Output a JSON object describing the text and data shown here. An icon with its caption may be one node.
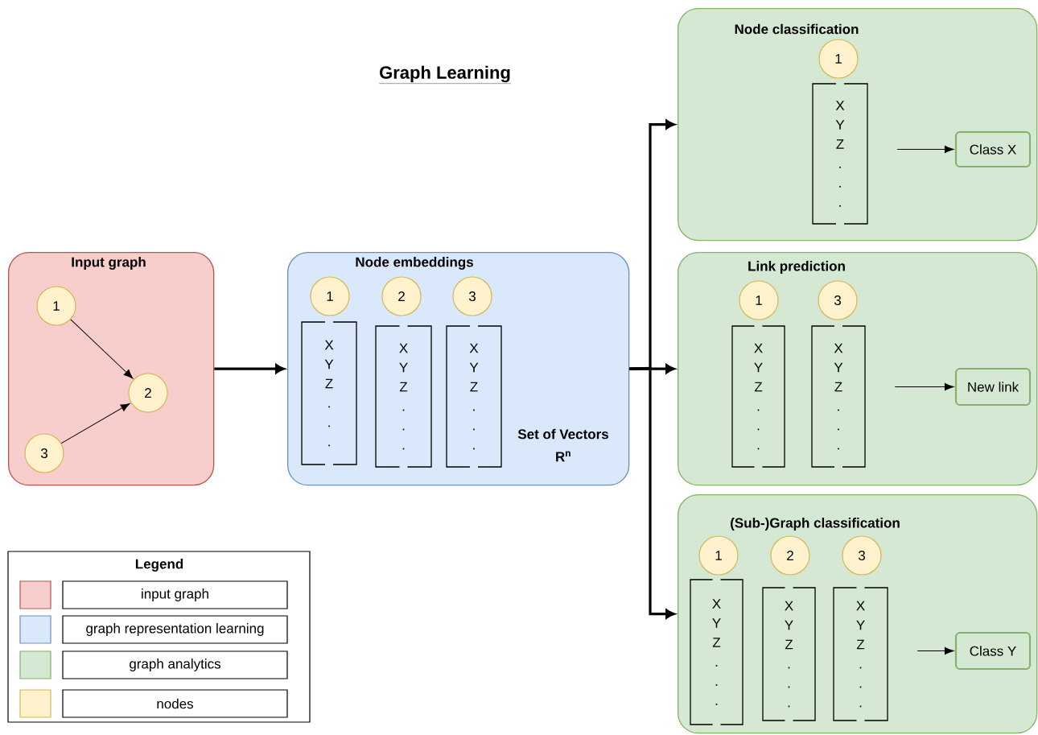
{
  "diagram": {
    "title": "Graph Learning",
    "nodes": [
      {
        "text": [
          "Input graph"
        ]
      },
      {
        "text": [
          "1"
        ],
        "in": 0
      },
      {
        "text": [
          "2"
        ],
        "in": 0
      },
      {
        "text": [
          "3"
        ],
        "in": 0
      },
      {
        "text": [
          "Node embeddings",
          "Set of Vectors R$^{n}$"
        ]
      },
      {
        "text": [
          "1"
        ],
        "in": 4
      },
      {
        "text": [
          "2"
        ],
        "in": 4
      },
      {
        "text": [
          "3"
        ],
        "in": 4
      },
      {
        "text": [
          "X Y Z . . ."
        ],
        "in": 4
      },
      {
        "text": [
          "X Y Z . . ."
        ],
        "in": 4
      },
      {
        "text": [
          "X Y Z . . ."
        ],
        "in": 4
      },
      {
        "text": [
          "Node classification"
        ]
      },
      {
        "text": [
          "1"
        ],
        "in": 11
      },
      {
        "text": [
          "X Y Z . . ."
        ],
        "in": 11
      },
      {
        "text": [
          "Class X"
        ],
        "in": 11
      },
      {
        "text": [
          "Link prediction"
        ]
      },
      {
        "text": [
          "1"
        ],
        "in": 15
      },
      {
        "text": [
          "3"
        ],
        "in": 15
      },
      {
        "text": [
          "X Y Z . . ."
        ],
        "in": 15
      },
      {
        "text": [
          "X Y Z . . ."
        ],
        "in": 15
      },
      {
        "text": [
          "New link"
        ],
        "in": 15
      },
      {
        "text": [
          "(Sub-)Graph classification"
        ]
      },
      {
        "text": [
          "1"
        ],
        "in": 21
      },
      {
        "text": [
          "2"
        ],
        "in": 21
      },
      {
        "text": [
          "3"
        ],
        "in": 21
      },
      {
        "text": [
          "X Y Z . . ."
        ],
        "in": 21
      },
      {
        "text": [
          "X Y Z . . ."
        ],
        "in": 21
      },
      {
        "text": [
          "X Y Z . . ."
        ],
        "in": 21
      },
      {
        "text": [
          "Class Y"
        ],
        "in": 21
      }
    ],
    "edges": [
      {
        "from": 1,
        "to": 2,
        "arrow": "to"
      },
      {
        "from": 3,
        "to": 2,
        "arrow": "to"
      },
      {
        "from": 0,
        "to": 4,
        "arrow": "to",
        "style": "thick"
      },
      {
        "from": 4,
        "to": 11,
        "arrow": "to",
        "style": "thick"
      },
      {
        "from": 4,
        "to": 15,
        "arrow": "to",
        "style": "thick"
      },
      {
        "from": 4,
        "to": 21,
        "arrow": "to",
        "style": "thick"
      },
      {
        "from": 13,
        "to": 14,
        "arrow": "to"
      },
      {
        "from": 19,
        "to": 20,
        "arrow": "to"
      },
      {
        "from": 27,
        "to": 28,
        "arrow": "to"
      }
    ],
    "labels": [
      "Legend"
    ],
    "legend": [
      {
        "text": "input graph",
        "color": "#f8cecc"
      },
      {
        "text": "graph representation learning",
        "color": "#dae8fc"
      },
      {
        "text": "graph analytics",
        "color": "#d5e8d4"
      },
      {
        "text": "nodes",
        "color": "#fff2cc"
      }
    ]
  }
}
